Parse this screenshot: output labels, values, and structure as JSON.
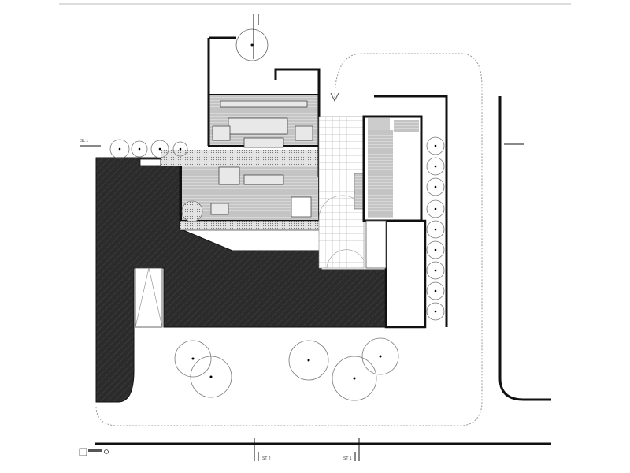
{
  "labels": {
    "section_left": "SL 1",
    "section_bottom_a": "ST 2",
    "section_bottom_b": "ST 1"
  },
  "colors": {
    "hatched_area": "#2b2b2b",
    "room_fill": "#b8b8b8",
    "walls": "#111111",
    "paths": "#999999"
  }
}
